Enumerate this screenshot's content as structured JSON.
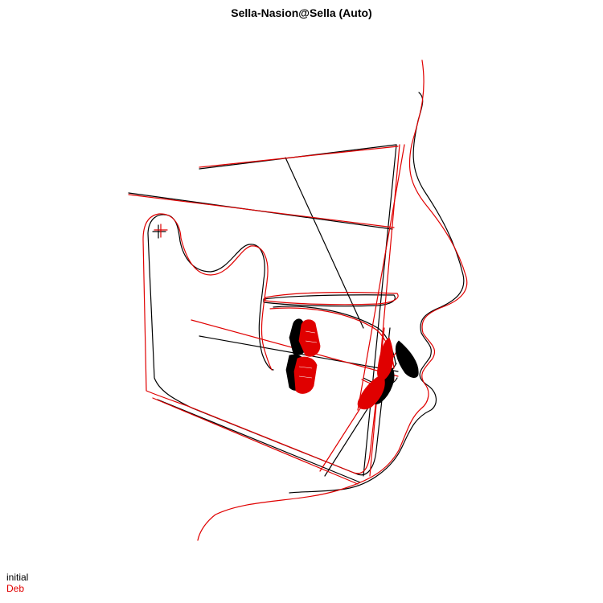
{
  "title": "Sella-Nasion@Sella (Auto)",
  "legend": [
    {
      "label": "initial",
      "color": "#000000"
    },
    {
      "label": "Deb",
      "color": "#e00000"
    }
  ]
}
